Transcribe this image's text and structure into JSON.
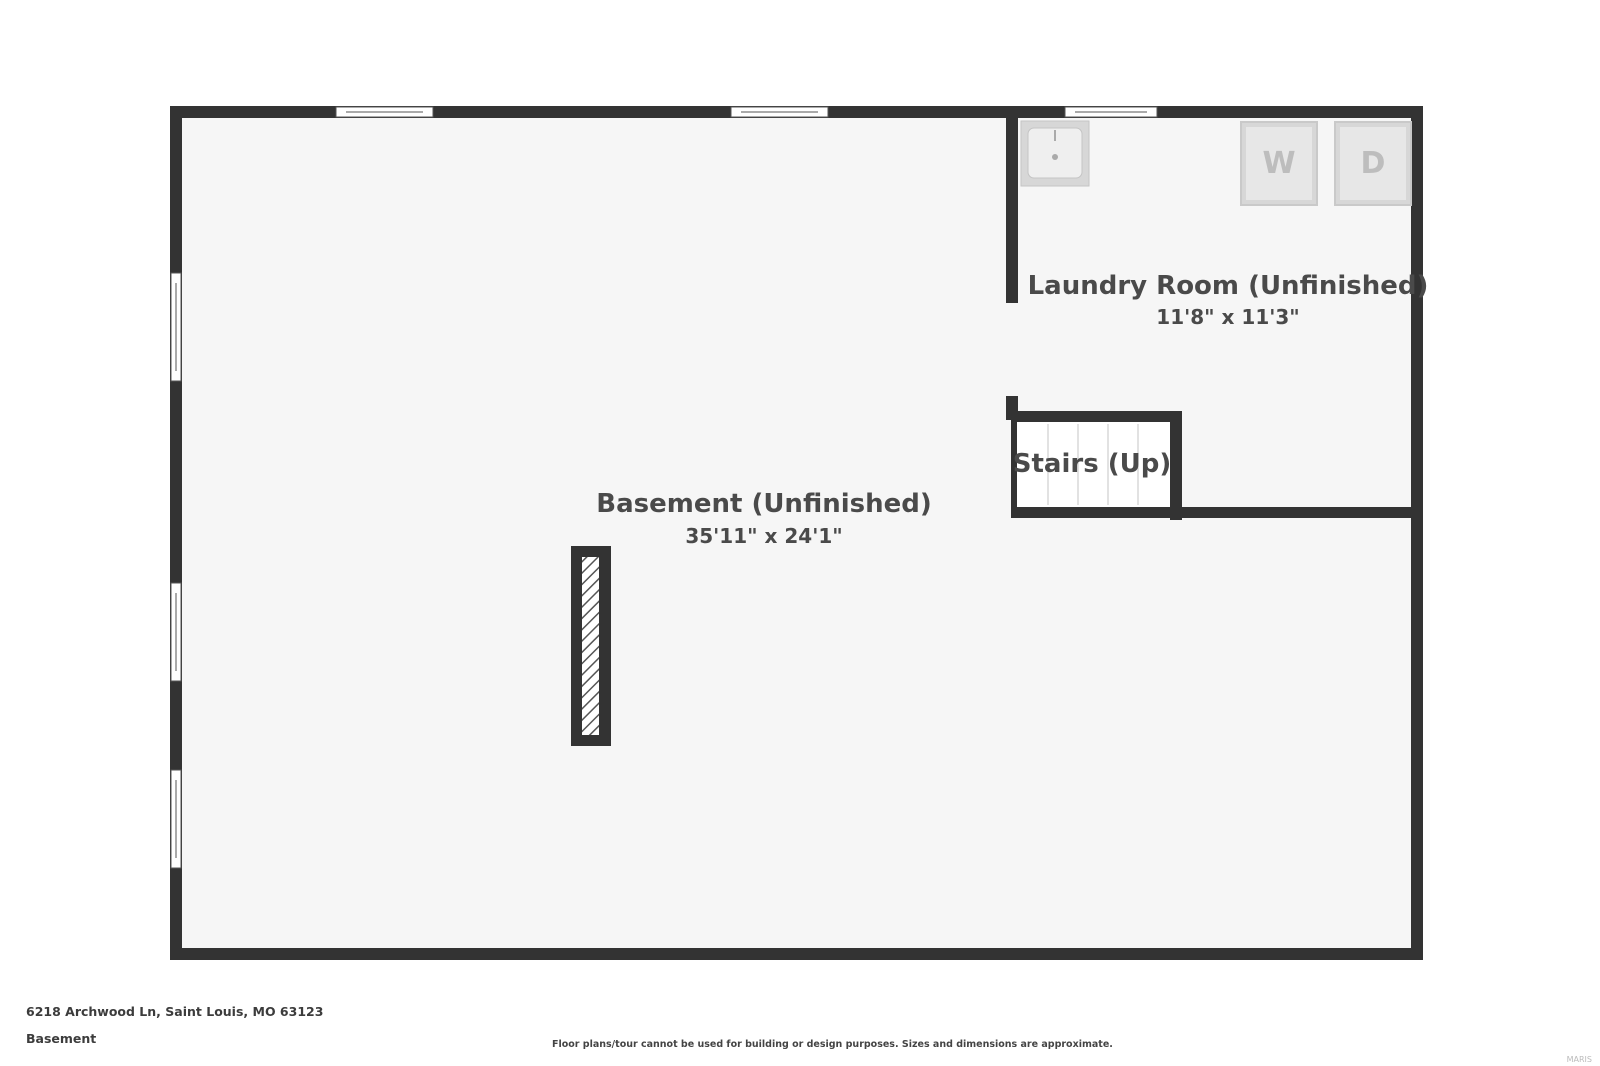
{
  "rooms": {
    "basement": {
      "name": "Basement (Unfinished)",
      "dims": "35'11\" x 24'1\""
    },
    "laundry": {
      "name": "Laundry Room (Unfinished)",
      "dims": "11'8\" x 11'3\""
    },
    "stairs": {
      "name": "Stairs (Up)"
    }
  },
  "appliances": {
    "washer": "W",
    "dryer": "D"
  },
  "footer": {
    "address": "6218 Archwood Ln, Saint Louis, MO 63123",
    "floor": "Basement",
    "disclaimer": "Floor plans/tour cannot be used for building or design purposes. Sizes and dimensions are approximate.",
    "mark": "MARIS"
  },
  "colors": {
    "wall": "#333333",
    "floor": "#f6f6f6",
    "fixture": "#d7d7d7"
  }
}
